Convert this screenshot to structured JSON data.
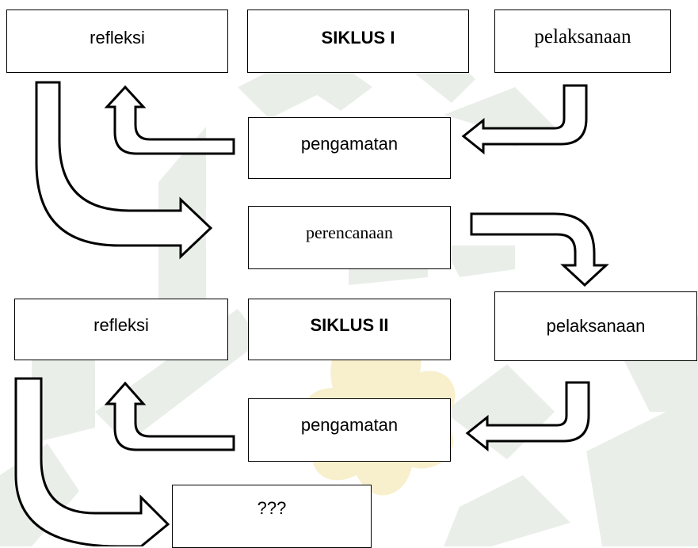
{
  "cycle1": {
    "title": "SIKLUS I",
    "reflection": "refleksi",
    "implementation": "pelaksanaan",
    "observation": "pengamatan",
    "planning": "perencanaan"
  },
  "cycle2": {
    "title": "SIKLUS II",
    "reflection": "refleksi",
    "implementation": "pelaksanaan",
    "observation": "pengamatan"
  },
  "next_step": "???",
  "colors": {
    "stroke": "#000000",
    "watermark_green": "#e9eee9",
    "watermark_gold": "#f8efcc"
  }
}
